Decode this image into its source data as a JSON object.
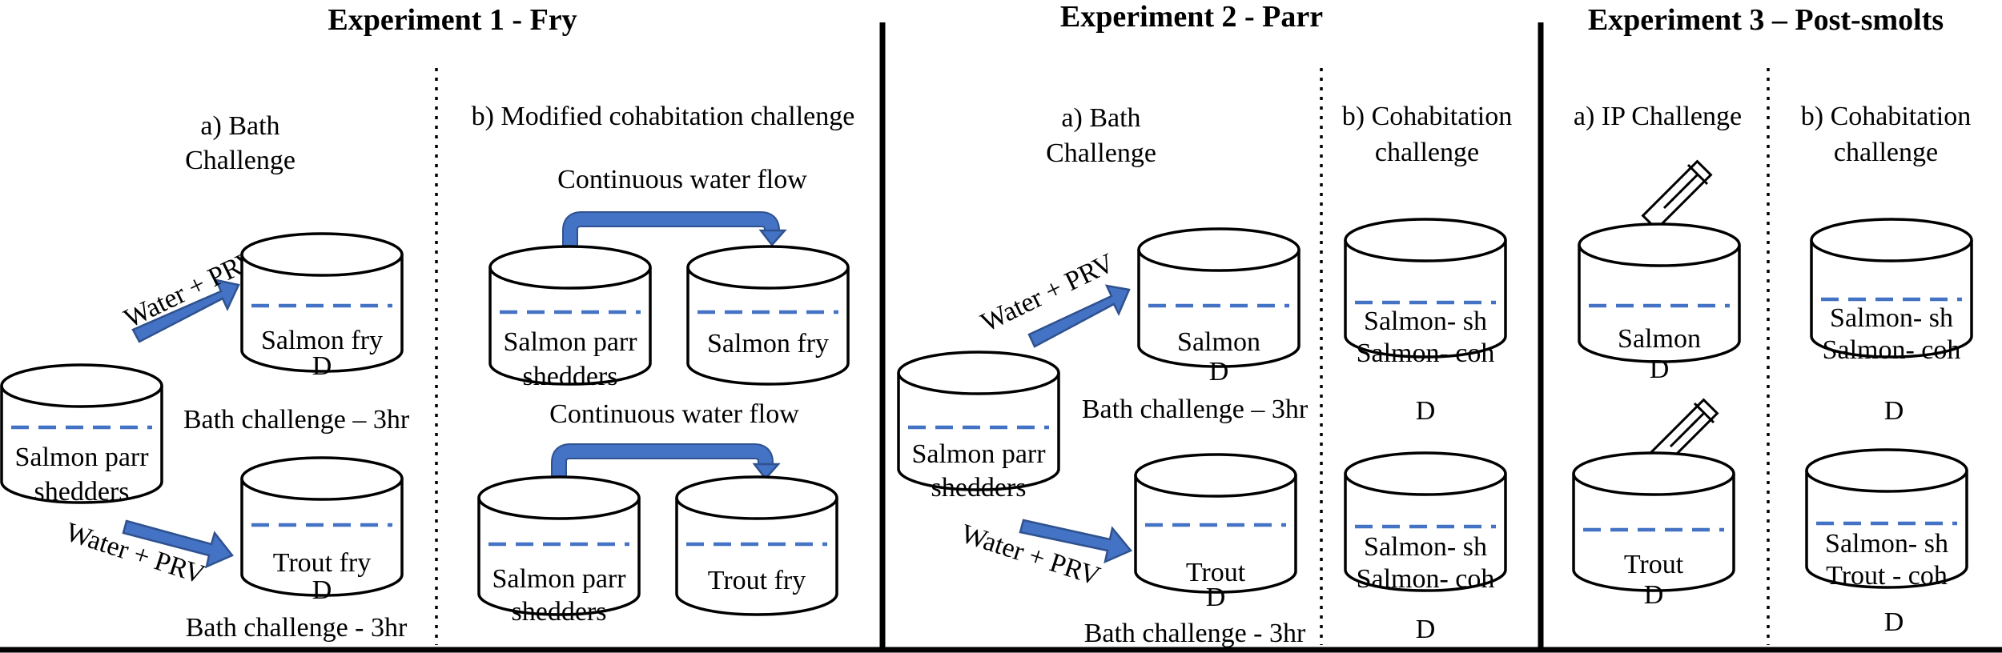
{
  "headers": {
    "exp1": "Experiment 1 - Fry",
    "exp2": "Experiment 2 - Parr",
    "exp3": "Experiment 3 – Post-smolts"
  },
  "exp1": {
    "a_title_1": "a) Bath",
    "a_title_2": "Challenge",
    "b_title": "b) Modified cohabitation challenge",
    "shedders_1": "Salmon parr",
    "shedders_2": "shedders",
    "arrow_label": "Water + PRV",
    "salmon_fry": "Salmon fry",
    "trout_fry": "Trout fry",
    "d": "D",
    "bath_note_top": "Bath challenge – 3hr",
    "bath_note_bottom": "Bath challenge - 3hr",
    "flow_label": "Continuous water flow"
  },
  "exp2": {
    "a_title_1": "a) Bath",
    "a_title_2": "Challenge",
    "b_title_1": "b) Cohabitation",
    "b_title_2": "challenge",
    "shedders_1": "Salmon parr",
    "shedders_2": "shedders",
    "arrow_label": "Water + PRV",
    "salmon": "Salmon",
    "trout": "Trout",
    "d": "D",
    "bath_note_top": "Bath challenge – 3hr",
    "bath_note_bottom": "Bath challenge - 3hr",
    "coh_sh": "Salmon- sh",
    "coh_coh": "Salmon- coh"
  },
  "exp3": {
    "a_title": "a) IP Challenge",
    "b_title_1": "b) Cohabitation",
    "b_title_2": "challenge",
    "salmon": "Salmon",
    "trout": "Trout",
    "d": "D",
    "coh_sh": "Salmon- sh",
    "coh_salmon_coh": "Salmon- coh",
    "coh_trout_coh": "Trout - coh"
  },
  "icons": {
    "injection": "syringe-icon",
    "flow": "flow-arrow-icon",
    "bath": "thick-arrow-icon"
  },
  "colors": {
    "water": "#4472c4",
    "arrow": "#4472c4"
  }
}
